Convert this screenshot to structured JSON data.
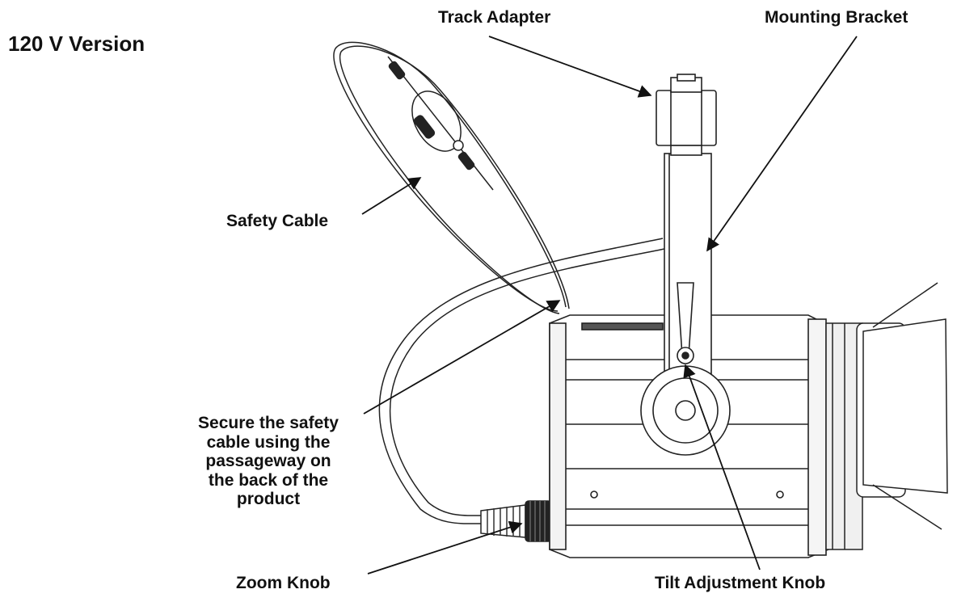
{
  "title": "120 V Version",
  "labels": {
    "track_adapter": "Track Adapter",
    "mounting_bracket": "Mounting Bracket",
    "safety_cable": "Safety Cable",
    "secure_note": [
      "Secure the safety",
      "cable using the",
      "passageway on",
      "the back of the",
      "product"
    ],
    "zoom_knob": "Zoom Knob",
    "tilt_knob": "Tilt Adjustment Knob"
  },
  "colors": {
    "line": "#1a1a1a",
    "fill": "#ffffff",
    "shade": "#e6e6e6"
  }
}
